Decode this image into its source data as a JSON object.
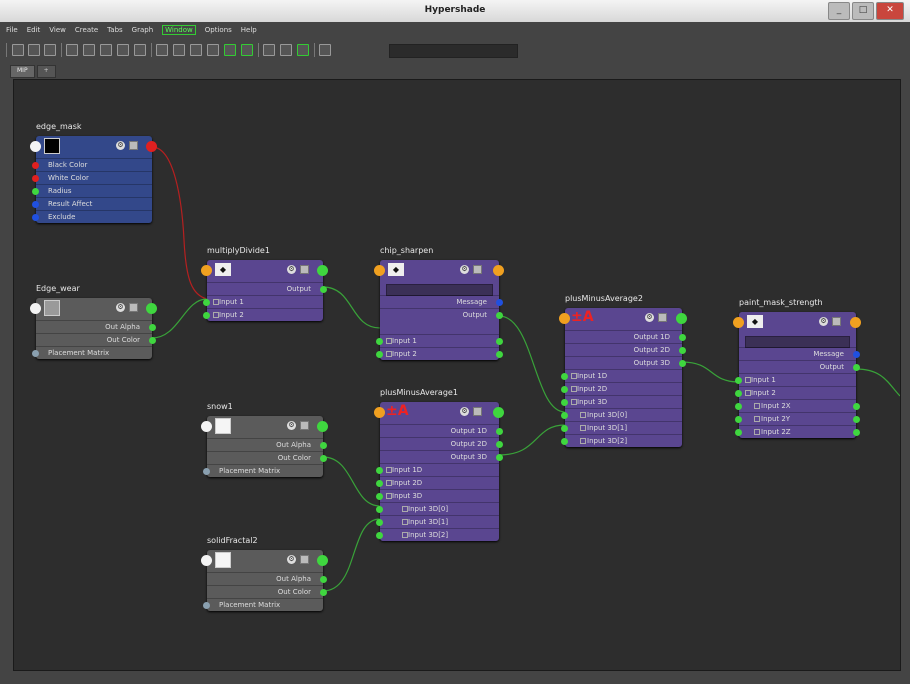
{
  "window": {
    "title": "Hypershade",
    "controls": [
      "_",
      "□",
      "✕"
    ]
  },
  "menubar": [
    "File",
    "Edit",
    "View",
    "Create",
    "Tabs",
    "Graph",
    "Window",
    "Options",
    "Help"
  ],
  "menubar_active": "Window",
  "tabs": [
    "MIP",
    "+"
  ],
  "colors": {
    "graph_bg": "#2d2d2d",
    "texture_node": "#5b5b5b",
    "util_node": "#5a4690",
    "mask_node": "#33488a",
    "port_green": "#3fd63f",
    "port_orange": "#f0a020",
    "port_red": "#e02020",
    "port_blue": "#2050e0",
    "port_white": "#f4f4f4",
    "port_gray": "#8aa0b0",
    "wire_green": "#39a239",
    "wire_red": "#b52020",
    "wire_orange": "#e0a020"
  },
  "nodes": {
    "edge_mask": {
      "name": "edge_mask",
      "attrs": [
        "Black Color",
        "White Color",
        "Radius",
        "Result Affect",
        "Exclude"
      ]
    },
    "edge_wear": {
      "name": "Edge_wear",
      "outputs": [
        "Out Alpha",
        "Out Color"
      ],
      "inputs": [
        "Placement Matrix"
      ]
    },
    "multiply_divide": {
      "name": "multiplyDivide1",
      "outputs": [
        "Output"
      ],
      "inputs": [
        "Input 1",
        "Input 2"
      ]
    },
    "chip_sharpen": {
      "name": "chip_sharpen",
      "outputs": [
        "Message",
        "Output"
      ],
      "inputs": [
        "Input 1",
        "Input 2"
      ]
    },
    "snow": {
      "name": "snow1",
      "outputs": [
        "Out Alpha",
        "Out Color"
      ],
      "inputs": [
        "Placement Matrix"
      ]
    },
    "solid_fractal": {
      "name": "solidFractal2",
      "outputs": [
        "Out Alpha",
        "Out Color"
      ],
      "inputs": [
        "Placement Matrix"
      ]
    },
    "pma1": {
      "name": "plusMinusAverage1",
      "outputs": [
        "Output 1D",
        "Output 2D",
        "Output 3D"
      ],
      "inputs": [
        "Input 1D",
        "Input 2D",
        "Input 3D",
        "Input 3D[0]",
        "Input 3D[1]",
        "Input 3D[2]"
      ]
    },
    "pma2": {
      "name": "plusMinusAverage2",
      "outputs": [
        "Output 1D",
        "Output 2D",
        "Output 3D"
      ],
      "inputs": [
        "Input 1D",
        "Input 2D",
        "Input 3D",
        "Input 3D[0]",
        "Input 3D[1]",
        "Input 3D[2]"
      ]
    },
    "paint_mask": {
      "name": "paint_mask_strength",
      "outputs": [
        "Message",
        "Output"
      ],
      "inputs": [
        "Input 1",
        "Input 2",
        "Input 2X",
        "Input 2Y",
        "Input 2Z"
      ]
    }
  }
}
